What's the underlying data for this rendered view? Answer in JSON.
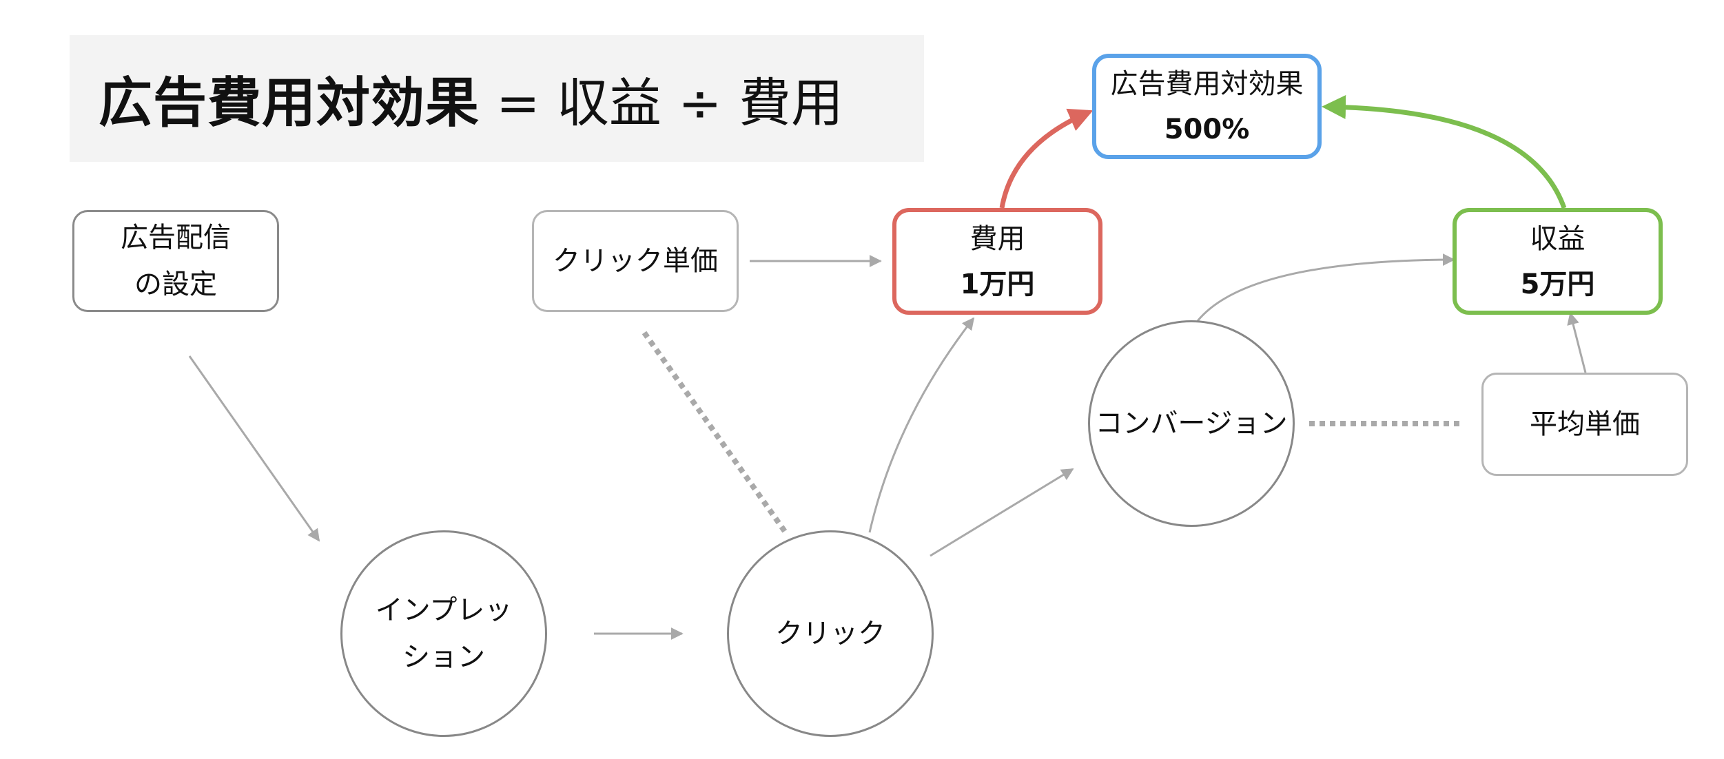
{
  "title": {
    "bold": "広告費用対効果",
    "formula": "= 収益 ÷ 費用"
  },
  "nodes": {
    "ad_settings": {
      "line1": "広告配信",
      "line2": "の設定"
    },
    "cpc": {
      "label": "クリック単価"
    },
    "cost": {
      "label": "費用",
      "value": "1万円"
    },
    "roas": {
      "label": "広告費用対効果",
      "value": "500%"
    },
    "revenue": {
      "label": "収益",
      "value": "5万円"
    },
    "avg_price": {
      "label": "平均単価"
    },
    "impression": {
      "line1": "インプレッ",
      "line2": "ション"
    },
    "click": {
      "label": "クリック"
    },
    "conversion": {
      "label": "コンバージョン"
    }
  },
  "colors": {
    "cost": "#dc675e",
    "roas": "#5aa2e9",
    "revenue": "#7cbe4e",
    "connector": "#a9a9a9"
  }
}
